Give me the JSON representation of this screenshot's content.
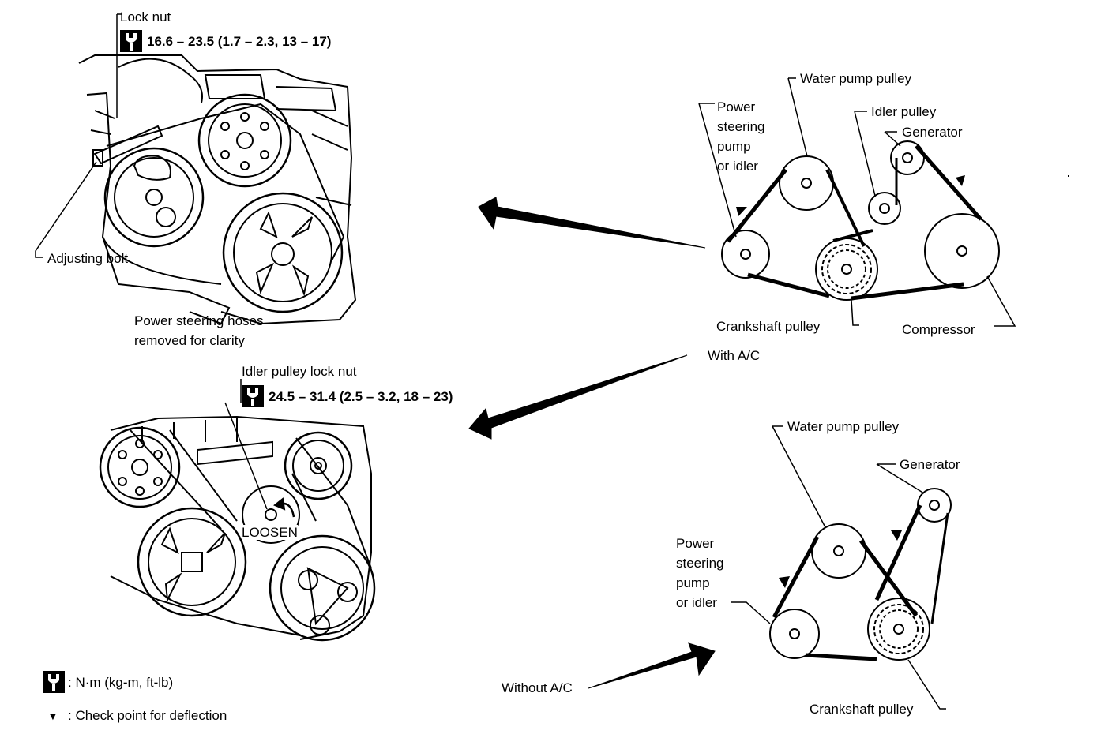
{
  "upper_engine": {
    "lock_nut_label": "Lock nut",
    "lock_nut_torque": "16.6 – 23.5 (1.7 – 2.3, 13 – 17)",
    "adjusting_bolt_label": "Adjusting bolt",
    "hoses_note_line1": "Power steering hoses",
    "hoses_note_line2": "removed for clarity"
  },
  "lower_engine": {
    "idler_lock_nut_label": "Idler pulley lock nut",
    "idler_lock_nut_torque": "24.5 – 31.4 (2.5 – 3.2, 18 – 23)",
    "loosen_label": "LOOSEN"
  },
  "with_ac": {
    "caption": "With A/C",
    "water_pump_pulley": "Water pump pulley",
    "power_steering": [
      "Power",
      "steering",
      "pump",
      "or idler"
    ],
    "idler_pulley": "Idler pulley",
    "generator": "Generator",
    "crankshaft_pulley": "Crankshaft pulley",
    "compressor": "Compressor"
  },
  "without_ac": {
    "caption": "Without A/C",
    "water_pump_pulley": "Water pump pulley",
    "generator": "Generator",
    "power_steering": [
      "Power",
      "steering",
      "pump",
      "or idler"
    ],
    "crankshaft_pulley": "Crankshaft pulley"
  },
  "legend": {
    "torque_unit": ": N·m (kg-m, ft-lb)",
    "deflection_symbol": "▼",
    "deflection_text": ": Check point for deflection"
  },
  "icons": [
    "wrench-torque-icon",
    "deflection-triangle-icon",
    "pointer-arrow-icon",
    "loosen-arrow-icon"
  ]
}
